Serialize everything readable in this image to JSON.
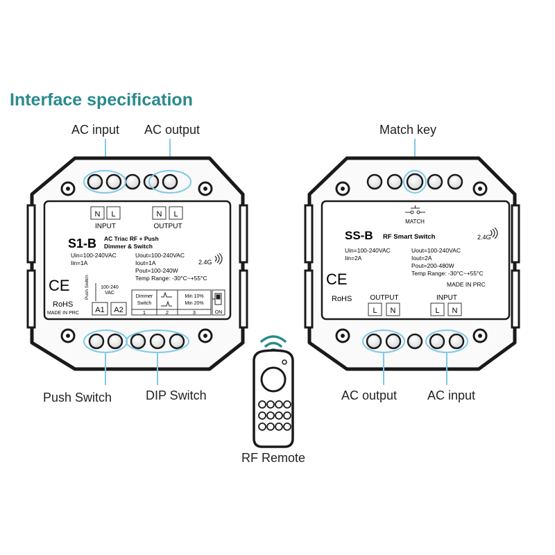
{
  "title": "Interface specification",
  "accent_color": "#2a8a8c",
  "callout_color": "#7fc8e6",
  "labels": {
    "ac_input_left": "AC input",
    "ac_output_left": "AC output",
    "match_key": "Match key",
    "push_switch": "Push Switch",
    "dip_switch": "DIP Switch",
    "ac_output_right": "AC output",
    "ac_input_right": "AC input",
    "rf_remote": "RF Remote"
  },
  "device_left": {
    "terminals_top": [
      "N",
      "L",
      "N",
      "L"
    ],
    "input_label": "INPUT",
    "output_label": "OUTPUT",
    "model": "S1-B",
    "desc_line1": "AC Triac RF + Push",
    "desc_line2": "Dimmer & Switch",
    "uin": "Uin=100-240VAC",
    "iin": "Iin=1A",
    "uout": "Uout=100-240VAC",
    "iout": "Iout=1A",
    "pout": "Pout=100-240W",
    "temp": "Temp Range: -30°C~+55°C",
    "freq": "2.4G",
    "ce": "CE",
    "rohs": "RoHS",
    "made": "MADE IN PRC",
    "push_switch_small": "Push Switch",
    "vac_line1": "100-240",
    "vac_line2": "VAC",
    "a1": "A1",
    "a2": "A2",
    "dimmer": "Dimmer",
    "switch": "Switch",
    "min10": "Min 10%",
    "min20": "Min 20%",
    "on": "ON",
    "dip_nums": [
      "1",
      "2",
      "3"
    ]
  },
  "device_right": {
    "match": "MATCH",
    "model": "SS-B",
    "desc": "RF Smart Switch",
    "freq": "2.4G",
    "uin": "Uin=100-240VAC",
    "iin": "Iin=2A",
    "uout": "Uout=100-240VAC",
    "iout": "Iout=2A",
    "pout": "Pout=200-480W",
    "temp": "Temp Range: -30°C~+55°C",
    "made": "MADE IN PRC",
    "ce": "CE",
    "rohs": "RoHS",
    "output_label": "OUTPUT",
    "input_label": "INPUT",
    "terminals_bottom": [
      "L",
      "N",
      "L",
      "N"
    ]
  }
}
